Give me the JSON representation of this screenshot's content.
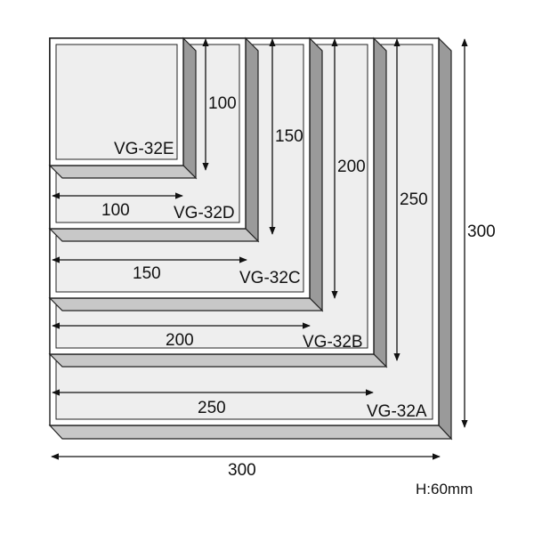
{
  "colors": {
    "outline": "#222222",
    "tray_face": "#ffffff",
    "tray_inner": "#eeeeee",
    "tray_front": "#c8c8c8",
    "tray_side": "#9a9a9a",
    "arrow": "#111111",
    "text": "#111111"
  },
  "trays": [
    {
      "model": "VG-32A",
      "width": "250",
      "depth": "250"
    },
    {
      "model": "VG-32B",
      "width": "200",
      "depth": "200"
    },
    {
      "model": "VG-32C",
      "width": "150",
      "depth": "150"
    },
    {
      "model": "VG-32D",
      "width": "100",
      "depth": "100"
    },
    {
      "model": "VG-32E"
    }
  ],
  "outer": {
    "width": "300",
    "depth": "300"
  },
  "height_note": "H:60mm"
}
